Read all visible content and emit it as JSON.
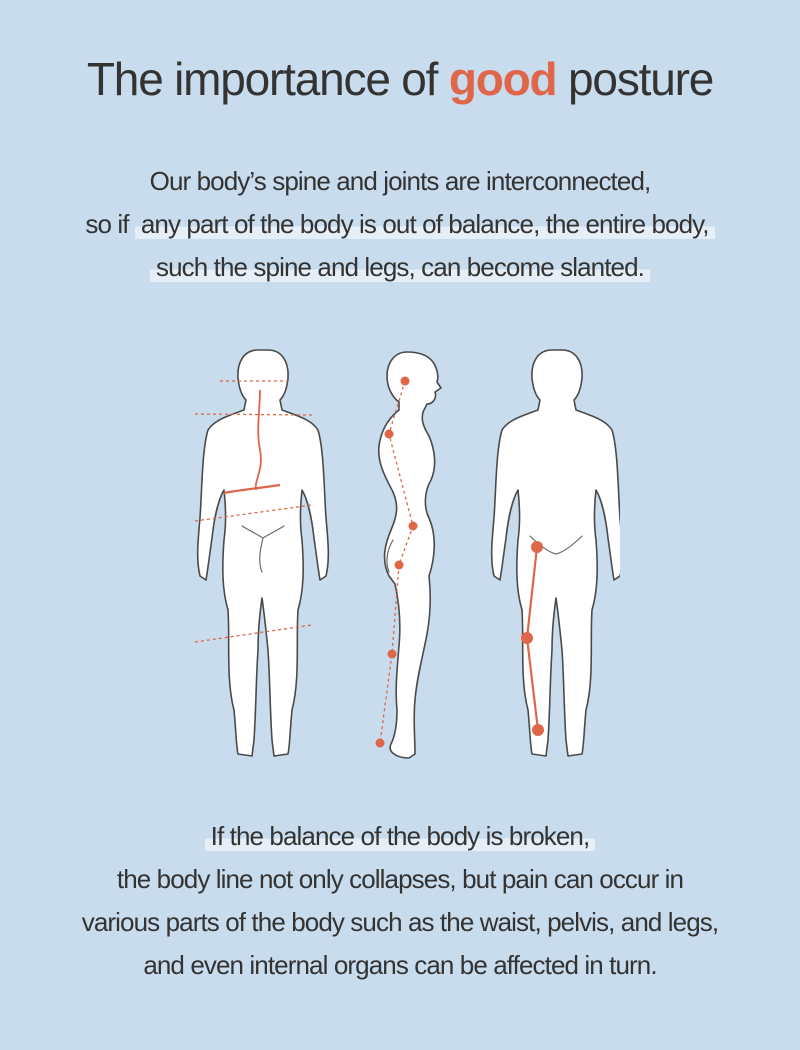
{
  "title": {
    "before": "The importance of",
    "accent": "good",
    "after": "posture",
    "accent_color": "#e0664a"
  },
  "intro": {
    "line1": "Our body’s spine and joints are interconnected,",
    "line2_prefix": "so if",
    "line2_highlight": "any part of the body is out of balance, the entire body,",
    "line3": "such the spine and legs, can become slanted."
  },
  "figures": {
    "icons": [
      "back-view-figure",
      "side-view-figure",
      "front-view-figure"
    ]
  },
  "outro": {
    "line1": "If the balance of the body is broken,",
    "line2": "the body line not only collapses, but pain can occur in",
    "line3": "various parts of the body such as the waist, pelvis, and legs,",
    "line4": "and even internal organs can be affected in turn."
  },
  "colors": {
    "background": "#c8dced",
    "text": "#333333",
    "accent": "#e0664a",
    "highlight": "#e6eff7"
  }
}
